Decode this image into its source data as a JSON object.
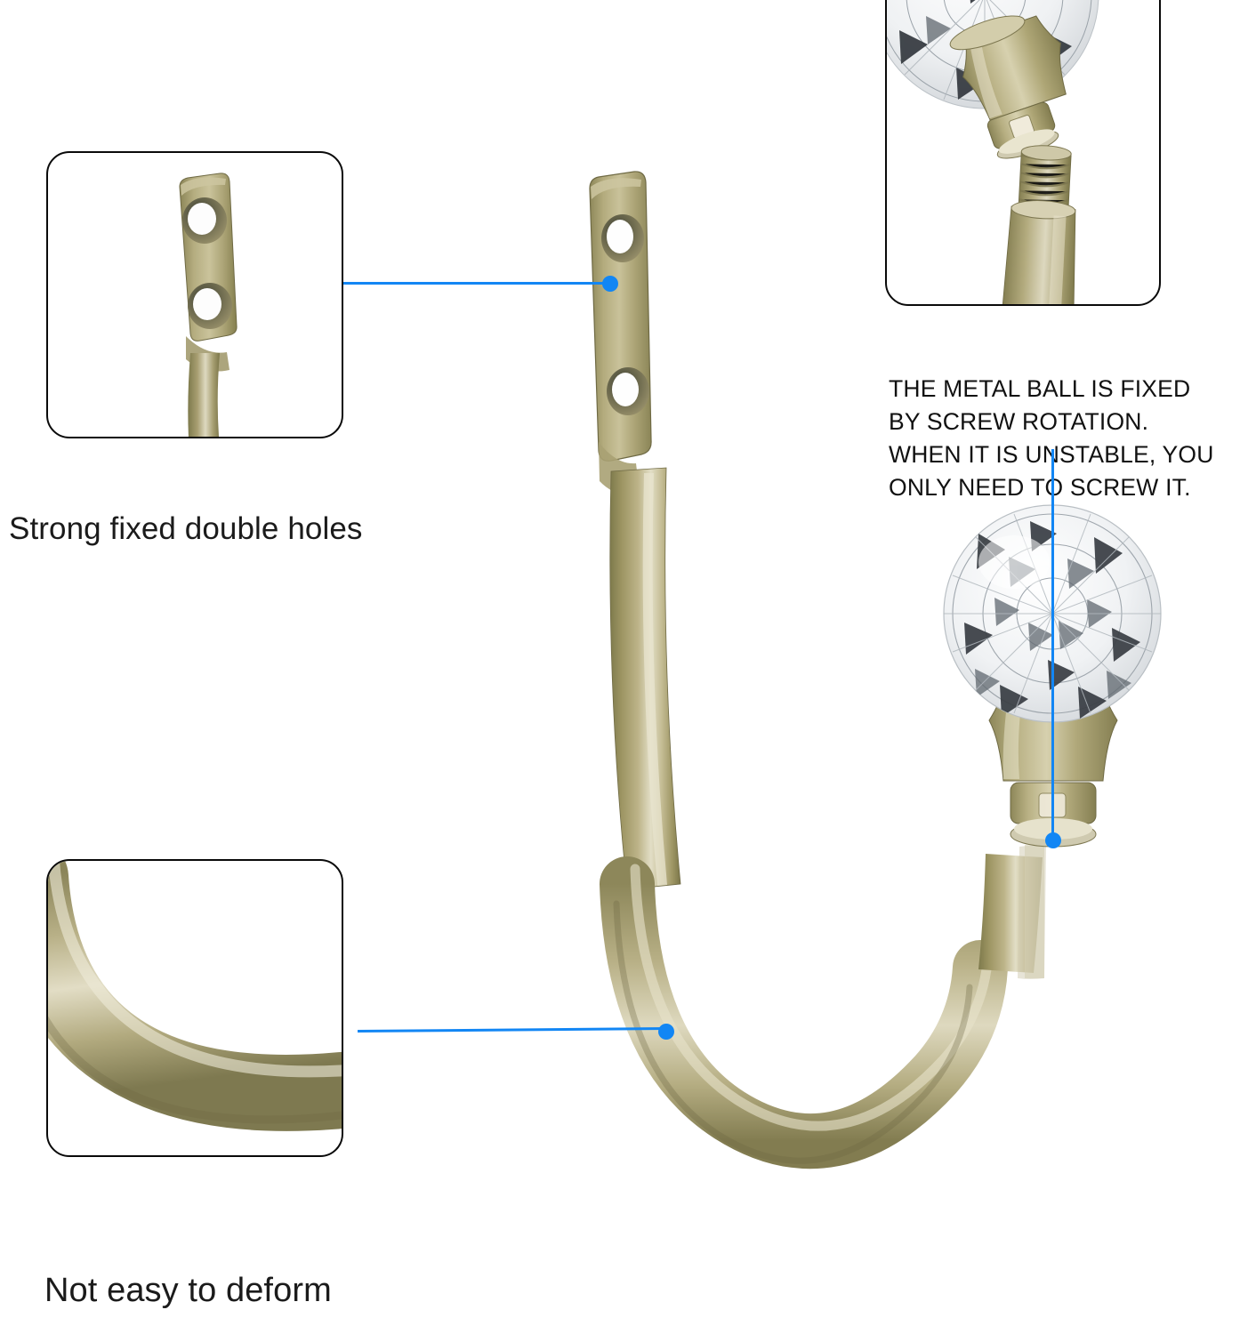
{
  "product": {
    "name": "crystal-ball-curtain-holdback-hook",
    "finish": "antique brass",
    "finial": "faceted clear crystal ball"
  },
  "callouts": [
    {
      "id": "double-holes",
      "caption": "Strong fixed double holes",
      "inset_subject": "mounting plate with two countersunk screw holes",
      "leader": {
        "from": "inset-right-edge",
        "to": "mounting-plate"
      }
    },
    {
      "id": "not-deform",
      "caption": "Not easy to deform",
      "inset_subject": "close-up of solid curved brass rod bend",
      "leader": {
        "from": "inset-right-edge",
        "to": "hook-curve"
      }
    },
    {
      "id": "screw-rotation",
      "caption": "THE METAL BALL IS FIXED BY SCREW ROTATION. WHEN IT IS UNSTABLE, YOU ONLY NEED TO SCREW IT.",
      "inset_subject": "crystal finial detached from threaded screw rod",
      "leader": {
        "from": "note-text",
        "to": "finial-collar"
      }
    }
  ],
  "colors": {
    "accent_blue": "#1286f4",
    "frame_border": "#0a0a0a",
    "text": "#1b1b1b",
    "background": "#ffffff",
    "brass_dark": "#7f7a4e",
    "brass_mid": "#b3ab7c",
    "brass_light": "#d9d5ba",
    "crystal_light": "#f4f6f8",
    "crystal_shadow": "#2b2f33"
  }
}
